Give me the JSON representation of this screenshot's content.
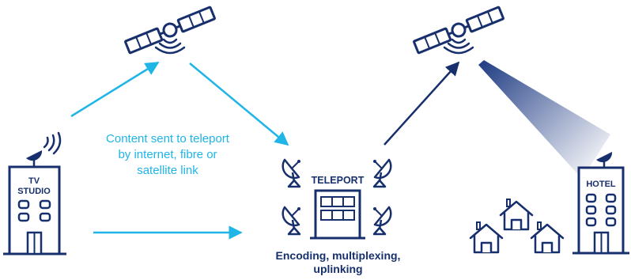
{
  "labels": {
    "content_caption": [
      "Content sent to teleport",
      "by internet, fibre or",
      "satellite link"
    ],
    "tv_studio": [
      "TV",
      "STUDIO"
    ],
    "teleport": "TELEPORT",
    "hotel": "HOTEL",
    "encoding_caption": [
      "Encoding, multiplexing,",
      "uplinking"
    ]
  },
  "colors": {
    "navy": "#17306d",
    "cyan": "#1fb5e6",
    "beam": "#1d3a82",
    "background": "#ffffff"
  },
  "icons": [
    "satellite-icon",
    "satellite-dish-icon",
    "house-icon",
    "building-icon",
    "arrow-icon",
    "signal-wave-icon"
  ]
}
